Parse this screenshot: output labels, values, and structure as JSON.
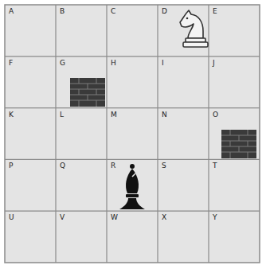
{
  "diagram": {
    "labels": [
      "A",
      "B",
      "C",
      "D",
      "E",
      "F",
      "G",
      "H",
      "I",
      "J",
      "K",
      "L",
      "M",
      "N",
      "O",
      "P",
      "Q",
      "R",
      "S",
      "T",
      "U",
      "V",
      "W",
      "X",
      "Y"
    ]
  }
}
